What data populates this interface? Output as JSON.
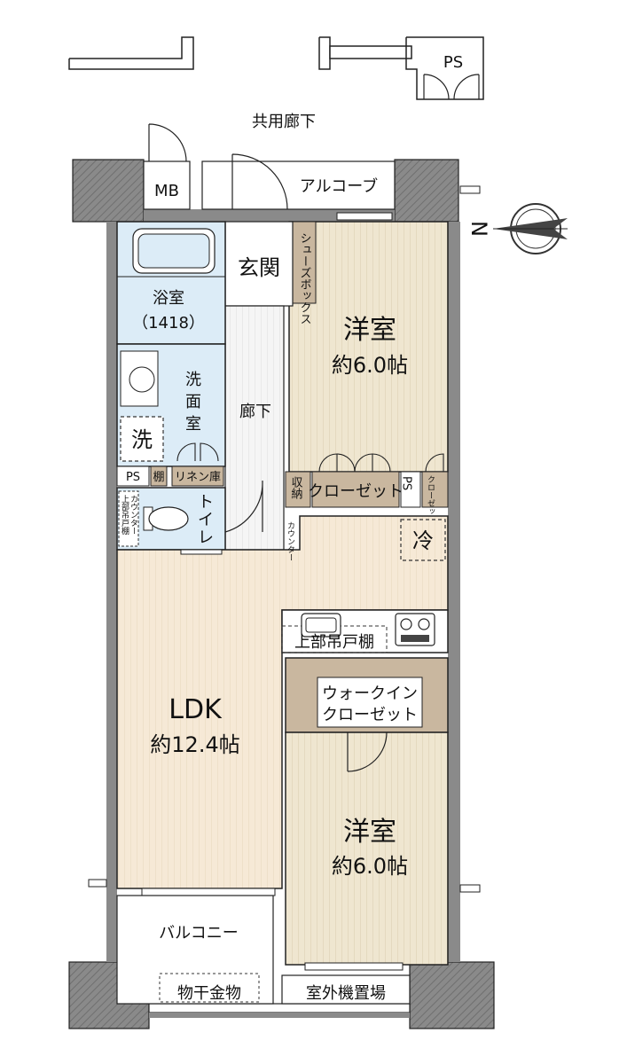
{
  "labels": {
    "corridor_common": "共用廊下",
    "ps_top": "PS",
    "mb": "MB",
    "alcove": "アルコーブ",
    "north": "N",
    "entrance": "玄関",
    "shoe_box": "シューズボックス",
    "bath": "浴室",
    "bath_size": "（1418）",
    "washroom": "洗面室",
    "washer": "洗",
    "ps_small": "PS",
    "shelf": "棚",
    "linen": "リネン庫",
    "toilet": "トイレ",
    "upper_cabinet_left": "上部吊戸棚",
    "counter_left": "カウンター",
    "counter": "カウンター",
    "hallway": "廊下",
    "western1": "洋室",
    "western1_size": "約6.0帖",
    "storage": "収納",
    "closet": "クローゼット",
    "ps_right": "PS",
    "closet_small": "クローゼット",
    "fridge": "冷",
    "upper_cabinet": "上部吊戸棚",
    "wic_line1": "ウォークイン",
    "wic_line2": "クローゼット",
    "ldk": "LDK",
    "ldk_size": "約12.4帖",
    "western2": "洋室",
    "western2_size": "約6.0帖",
    "balcony": "バルコニー",
    "laundry_hardware": "物干金物",
    "ac_unit_space": "室外機置場"
  },
  "colors": {
    "wall": "#8a8a8a",
    "wall_dark": "#6f6f6f",
    "wood_room": "#efe6d0",
    "ldk_floor": "#f6e9d6",
    "bath_blue": "#dcecf7",
    "storage": "#c9b79f",
    "hall_floor": "#f4f4f4",
    "outline": "#222222"
  }
}
